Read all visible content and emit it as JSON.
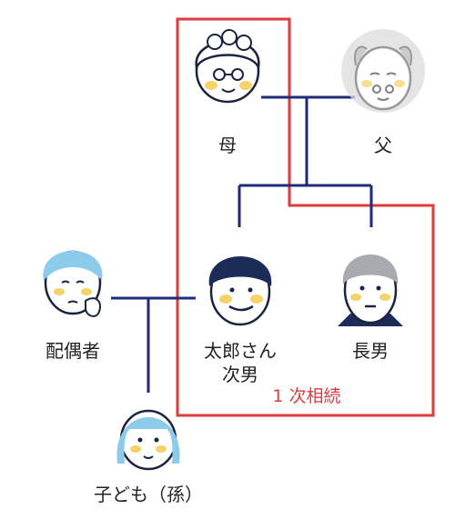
{
  "people": {
    "mother": {
      "label": "母",
      "icon": "grandmother-face-icon"
    },
    "father": {
      "label": "父",
      "icon": "deceased-grandfather-face-icon"
    },
    "taro": {
      "label_line1": "太郎さん",
      "label_line2": "次男",
      "icon": "man-face-icon"
    },
    "eldest_son": {
      "label": "長男",
      "icon": "gray-haired-man-face-icon"
    },
    "spouse": {
      "label": "配偶者",
      "icon": "worried-woman-face-icon"
    },
    "child": {
      "label": "子ども（孫）",
      "icon": "girl-face-icon"
    }
  },
  "groups": {
    "first_order_inheritance": {
      "label": "1 次相続",
      "color": "#e13a3a"
    }
  },
  "colors": {
    "connector": "#1f2a7a",
    "highlight_box": "#e13a3a",
    "skin": "#ffffff",
    "outline": "#1b2340",
    "cheek": "#f5d36b",
    "hair_navy": "#1c2b57",
    "hair_gray": "#a9aab0",
    "hair_blue": "#8ccbea",
    "deceased_bg": "#dcdcdc"
  }
}
